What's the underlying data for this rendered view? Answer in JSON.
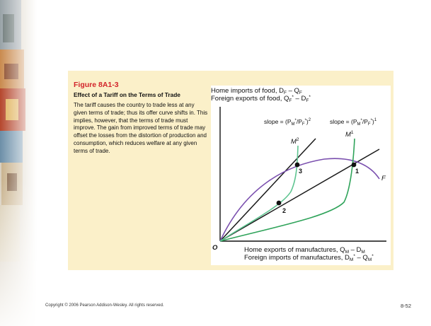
{
  "figure": {
    "title": "Figure 8A1-3",
    "subtitle": "Effect of a Tariff on the Terms of Trade",
    "body": "The tariff causes the country to trade less at any given terms of trade; thus its offer curve shifts in. This implies, however, that the terms of trade must improve. The gain from improved terms of trade may offset the losses from the distortion of production and consumption, which reduces welfare at any given terms of trade."
  },
  "diagram": {
    "y_axis_line1": "Home imports of food, D",
    "y_axis_line2": "Foreign exports of food, Q",
    "x_axis_line1": "Home exports of manufactures, Q",
    "x_axis_line2": "Foreign imports of manufactures, D",
    "slope_left": "slope = (P",
    "slope_right": "slope = (P",
    "origin": "O",
    "curve_F": "F",
    "curve_M1": "M",
    "curve_M2": "M",
    "point_1": "1",
    "point_2": "2",
    "point_3": "3",
    "colors": {
      "foreign_offer": "#7a4fae",
      "home_offer": "#2fa35a",
      "slopes": "#1a1a1a"
    }
  },
  "footer": {
    "copyright": "Copyright © 2006 Pearson Addison-Wesley. All rights reserved.",
    "page": "8-52"
  }
}
